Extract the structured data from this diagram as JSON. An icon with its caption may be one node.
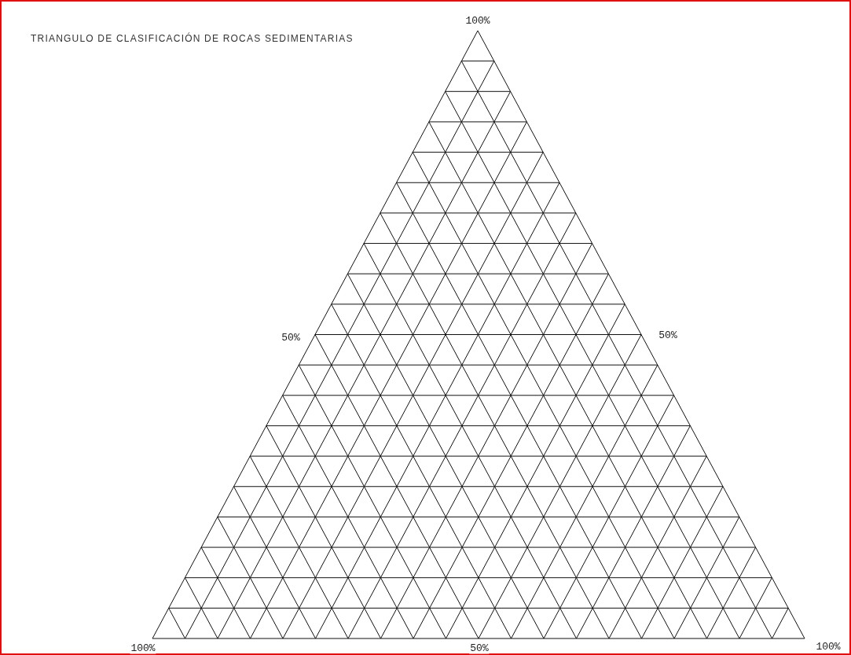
{
  "diagram": {
    "title": "TRIANGULO DE CLASIFICACIÓN DE ROCAS SEDIMENTARIAS",
    "labels": [
      "100%",
      "50%",
      "50%",
      "100%",
      "50%",
      "100%"
    ]
  }
}
